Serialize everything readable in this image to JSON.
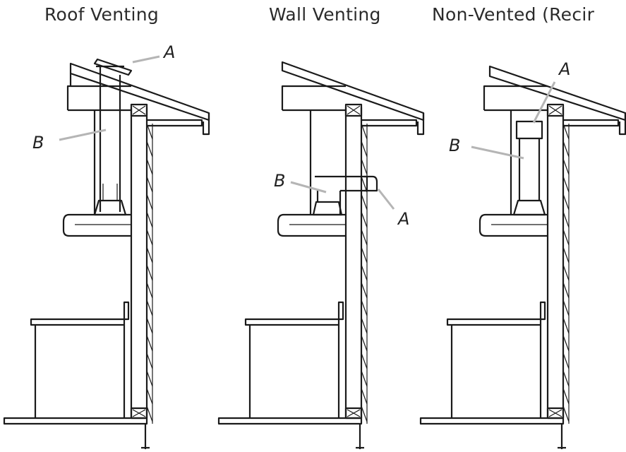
{
  "titles": {
    "roof": "Roof Venting",
    "wall": "Wall Venting",
    "nonvented": "Non-Vented (Recir"
  },
  "labels": {
    "roof_a": "A",
    "roof_b": "B",
    "wall_a": "A",
    "wall_b": "B",
    "nonvent_a": "A",
    "nonvent_b": "B"
  }
}
